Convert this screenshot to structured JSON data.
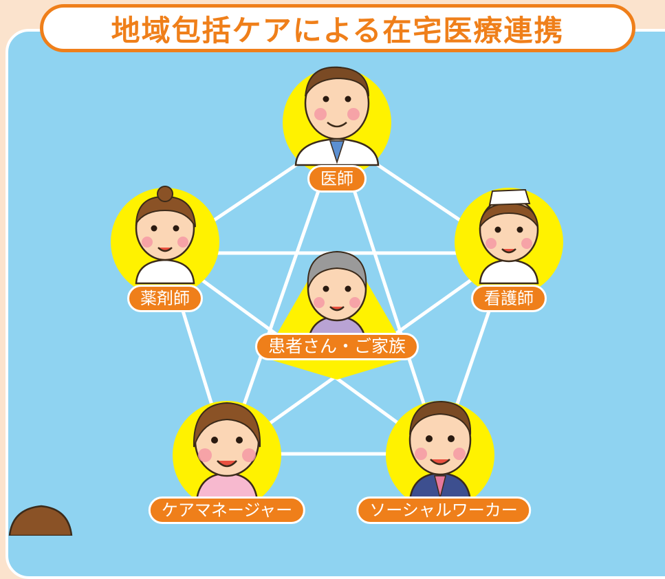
{
  "title": "地域包括ケアによる在宅医療連携",
  "colors": {
    "background": "#fbe3cd",
    "panel": "#8fd3f1",
    "accent_orange": "#ef7f1a",
    "halo_yellow": "#fff200",
    "connector": "#ffffff"
  },
  "nodes": {
    "doctor": {
      "label": "医師",
      "icon": "doctor-icon"
    },
    "pharmacist": {
      "label": "薬剤師",
      "icon": "pharmacist-icon"
    },
    "nurse": {
      "label": "看護師",
      "icon": "nurse-icon"
    },
    "patient": {
      "label": "患者さん・ご家族",
      "icon": "elderly-patient-icon"
    },
    "care_manager": {
      "label": "ケアマネージャー",
      "icon": "care-manager-icon"
    },
    "social_worker": {
      "label": "ソーシャルワーカー",
      "icon": "social-worker-icon"
    }
  }
}
